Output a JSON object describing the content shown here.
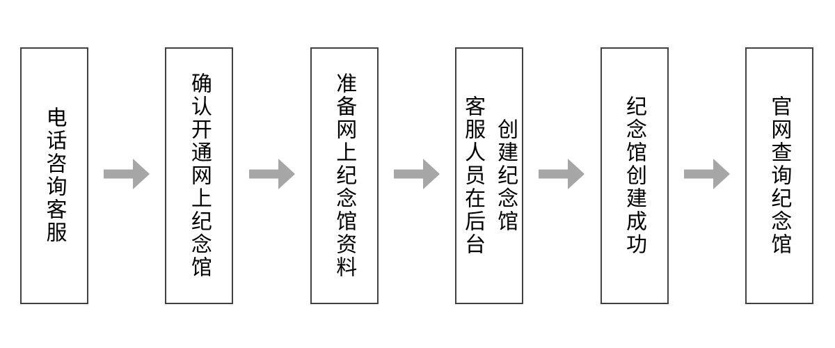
{
  "diagram": {
    "type": "flowchart",
    "direction": "left-to-right",
    "background_color": "#ffffff",
    "box_fill_color": "#ffffff",
    "box_border_color": "#404040",
    "text_color": "#000000",
    "arrow_color": "#a6a6a6",
    "steps": [
      {
        "label": "电话咨询客服"
      },
      {
        "label": "确认开通网上纪念馆"
      },
      {
        "label": "准备网上纪念馆资料"
      },
      {
        "label": "客服人员在后台创建纪念馆"
      },
      {
        "label": "纪念馆创建成功"
      },
      {
        "label": "官网查询纪念馆"
      }
    ]
  }
}
